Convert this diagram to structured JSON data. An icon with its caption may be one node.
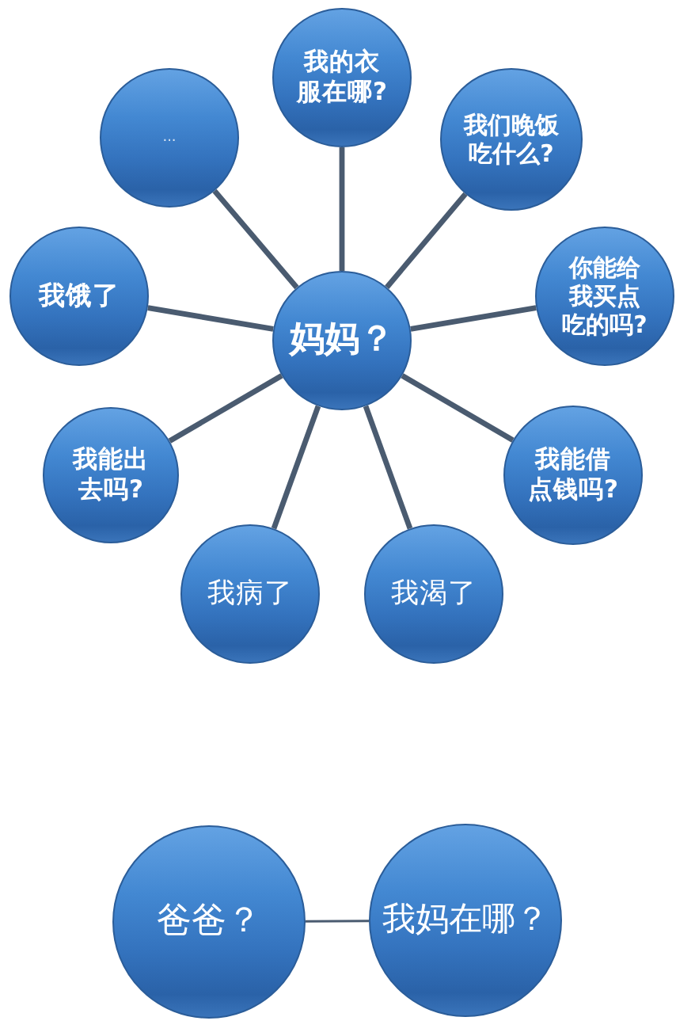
{
  "diagram": {
    "nodes": [
      {
        "text": [
          "我的衣服在哪?"
        ]
      },
      {
        "text": [
          "..."
        ]
      },
      {
        "text": [
          "我们晚饭吃什么?"
        ]
      },
      {
        "text": [
          "我饿了"
        ]
      },
      {
        "text": [
          "你能给我买点吃的吗?"
        ]
      },
      {
        "text": [
          "妈妈？"
        ]
      },
      {
        "text": [
          "我能出去吗?"
        ]
      },
      {
        "text": [
          "我能借点钱吗?"
        ]
      },
      {
        "text": [
          "我病了"
        ]
      },
      {
        "text": [
          "我渴了"
        ]
      },
      {
        "text": [
          "爸爸？"
        ]
      },
      {
        "text": [
          "我妈在哪？"
        ]
      }
    ],
    "edges": [
      {
        "from": 5,
        "to": 0,
        "arrow": "none"
      },
      {
        "from": 5,
        "to": 2,
        "arrow": "none"
      },
      {
        "from": 5,
        "to": 4,
        "arrow": "none"
      },
      {
        "from": 5,
        "to": 7,
        "arrow": "none"
      },
      {
        "from": 5,
        "to": 9,
        "arrow": "none"
      },
      {
        "from": 5,
        "to": 8,
        "arrow": "none"
      },
      {
        "from": 5,
        "to": 6,
        "arrow": "none"
      },
      {
        "from": 5,
        "to": 3,
        "arrow": "none"
      },
      {
        "from": 5,
        "to": 1,
        "arrow": "none"
      },
      {
        "from": 10,
        "to": 11,
        "arrow": "none"
      }
    ]
  }
}
